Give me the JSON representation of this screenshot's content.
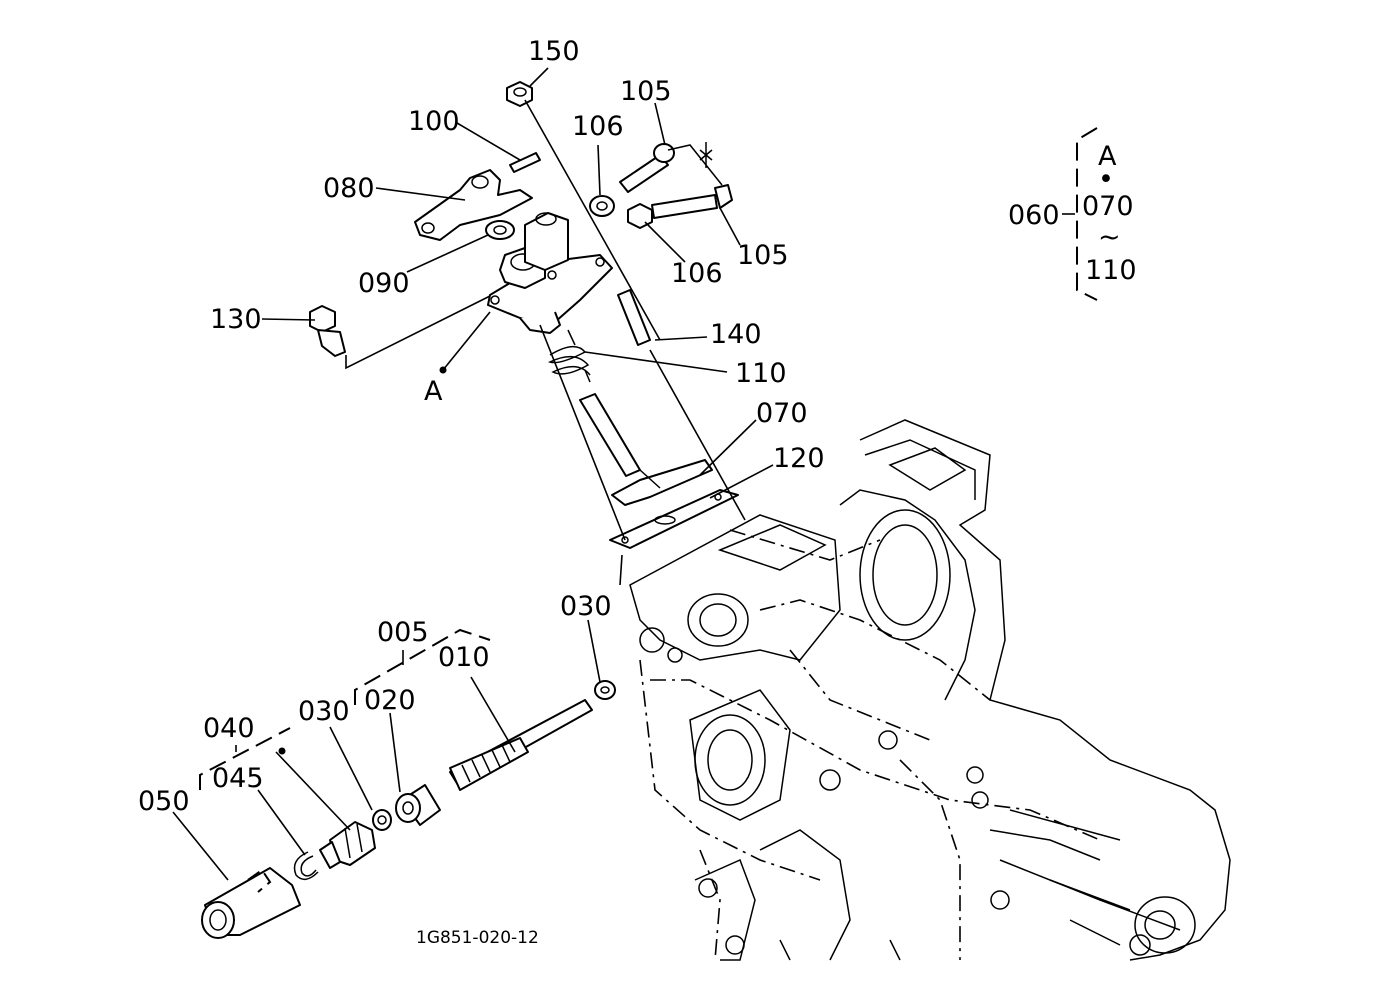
{
  "figure_code": "1G851-020-12",
  "callouts": {
    "p150": "150",
    "p100": "100",
    "p106a": "106",
    "p105a": "105",
    "p080": "080",
    "p090": "090",
    "p106b": "106",
    "p105b": "105",
    "p130": "130",
    "p140": "140",
    "p110": "110",
    "pA": "A",
    "p070": "070",
    "p120": "120",
    "p030a": "030",
    "p005": "005",
    "p010": "010",
    "p030b": "030",
    "p020": "020",
    "p040": "040",
    "p045": "045",
    "p050": "050"
  },
  "assembly_note": {
    "group": "060",
    "ref": "A",
    "dot": "•",
    "from": "070",
    "tilde": "~",
    "to": "110"
  }
}
